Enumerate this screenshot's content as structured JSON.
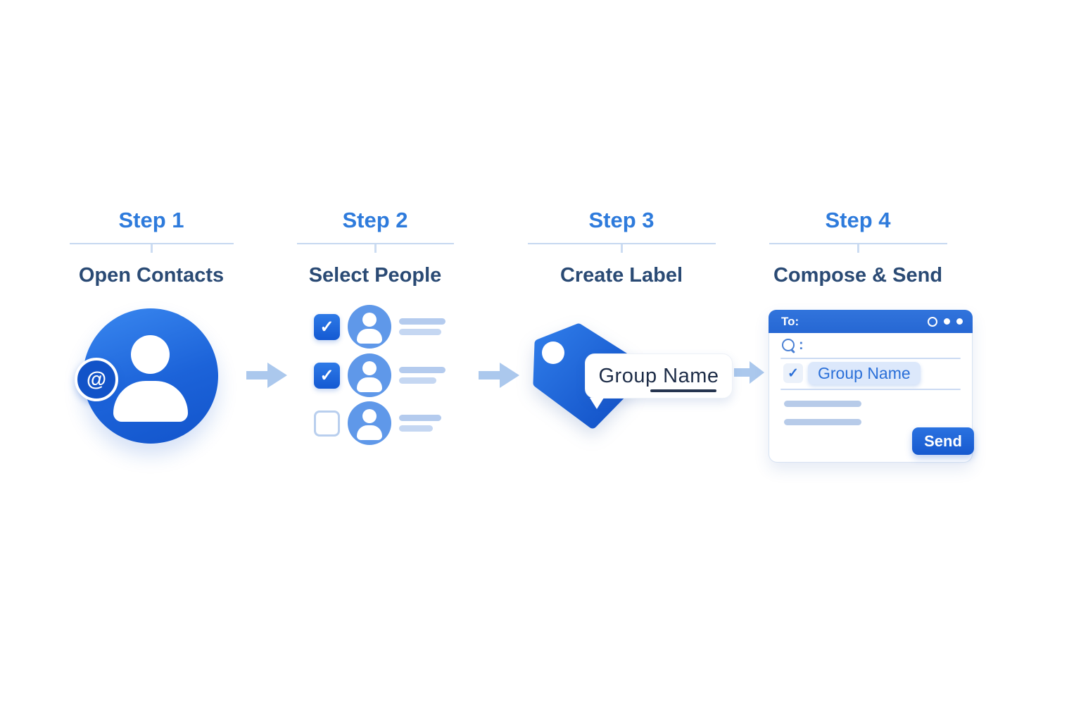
{
  "page": {
    "background": "#ffffff"
  },
  "colors": {
    "step_label_blue": "#2e7bdc",
    "step_title_navy": "#2a4a74",
    "primary_blue": "#1b66d6",
    "arrow_light_blue": "#abc8ed",
    "avatar_blue": "#5f98e9",
    "chip_background": "#dce8fb",
    "placeholder_bar": "#b7cbe9"
  },
  "steps": [
    {
      "label": "Step 1",
      "title": "Open Contacts"
    },
    {
      "label": "Step 2",
      "title": "Select People",
      "contacts": [
        {
          "checked": true
        },
        {
          "checked": true
        },
        {
          "checked": false
        }
      ]
    },
    {
      "label": "Step 3",
      "title": "Create Label",
      "label_input": {
        "value": "Group Name"
      }
    },
    {
      "label": "Step 4",
      "title": "Compose & Send",
      "compose_window": {
        "to_label": "To:",
        "recipient_chip": "Group Name",
        "send_button": "Send"
      }
    }
  ],
  "icons": {
    "at_symbol": "@",
    "checkmark": "✓",
    "search_colon": ":"
  }
}
